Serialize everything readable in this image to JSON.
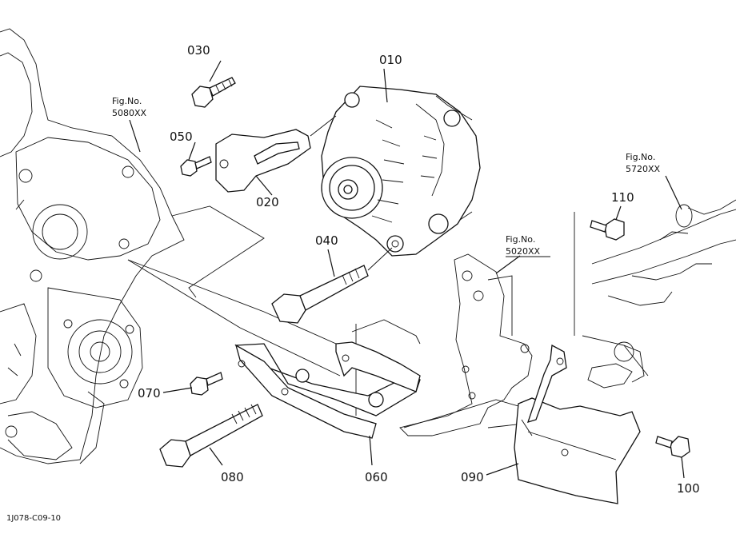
{
  "diagram": {
    "ref_code": "1J078-C09-10",
    "fig_refs": [
      {
        "label": "Fig.No.",
        "number": "5080XX"
      },
      {
        "label": "Fig.No.",
        "number": "5020XX"
      },
      {
        "label": "Fig.No.",
        "number": "5720XX"
      }
    ],
    "parts": [
      {
        "code": "010"
      },
      {
        "code": "020"
      },
      {
        "code": "030"
      },
      {
        "code": "040"
      },
      {
        "code": "050"
      },
      {
        "code": "060"
      },
      {
        "code": "070"
      },
      {
        "code": "080"
      },
      {
        "code": "090"
      },
      {
        "code": "100"
      },
      {
        "code": "110"
      }
    ]
  }
}
